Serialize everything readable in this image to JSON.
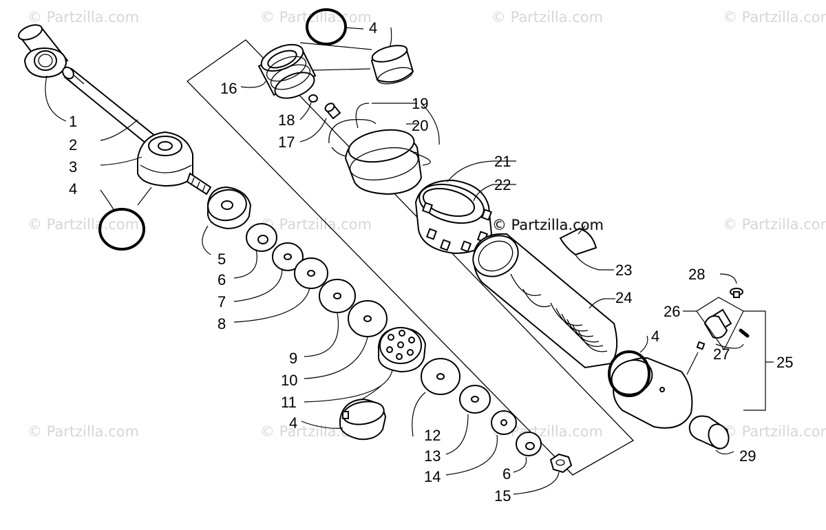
{
  "watermarks": [
    "© Partzilla.com",
    "© Partzilla.com",
    "© Partzilla.com",
    "© Partzilla.com",
    "© Partzilla.com",
    "© Partzilla.com",
    "© Partzilla.com",
    "© Partzilla.com",
    "© Partzilla.com",
    "© Partzilla.com",
    "© Partzilla.com",
    "© Partzilla.com"
  ],
  "credit": "© Partzilla.com",
  "callouts": {
    "c1": "1",
    "c2": "2",
    "c3": "3",
    "c4a": "4",
    "c4b": "4",
    "c4c": "4",
    "c4d": "4",
    "c5": "5",
    "c6a": "6",
    "c6b": "6",
    "c7": "7",
    "c8": "8",
    "c9": "9",
    "c10": "10",
    "c11": "11",
    "c12": "12",
    "c13": "13",
    "c14": "14",
    "c15": "15",
    "c16": "16",
    "c17": "17",
    "c18": "18",
    "c19": "19",
    "c20": "20",
    "c21": "21",
    "c22": "22",
    "c23": "23",
    "c24": "24",
    "c25": "25",
    "c26": "26",
    "c27": "27",
    "c28": "28",
    "c29": "29"
  }
}
